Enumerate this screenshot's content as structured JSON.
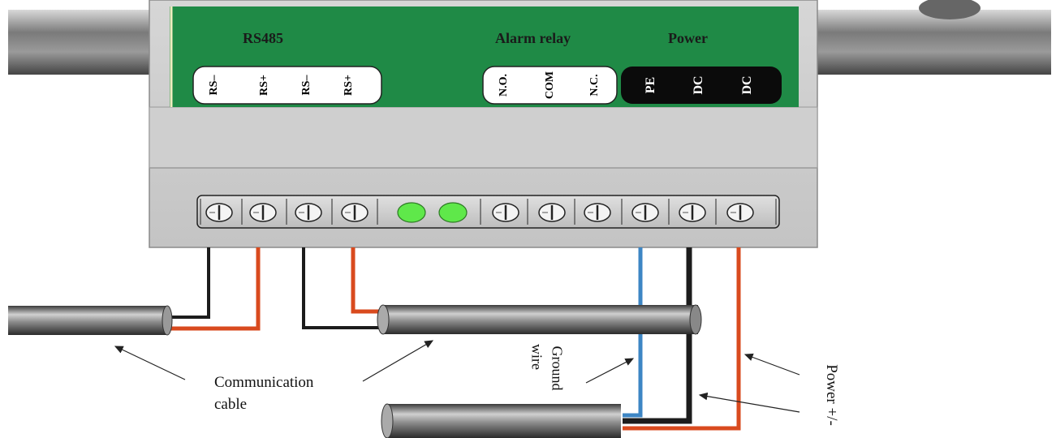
{
  "device": {
    "groups": {
      "rs485": "RS485",
      "alarm": "Alarm relay",
      "power": "Power"
    },
    "pins": {
      "rs485": [
        "RS–",
        "RS+",
        "RS–",
        "RS+"
      ],
      "alarm": [
        "N.O.",
        "COM",
        "N.C."
      ],
      "power": [
        "PE",
        "DC",
        "DC"
      ]
    },
    "terminal_count": 10,
    "indicator_leds": 2
  },
  "annotations": {
    "communication_cable": [
      "Communication",
      "cable"
    ],
    "ground_wire": [
      "Ground",
      "wire"
    ],
    "power": "Power +/-"
  },
  "colors": {
    "board_green": "#1f8a46",
    "led_green": "#5fe84a",
    "wire_red": "#d94a1e",
    "wire_blue": "#3d86c4",
    "wire_black": "#1c1c1c"
  }
}
